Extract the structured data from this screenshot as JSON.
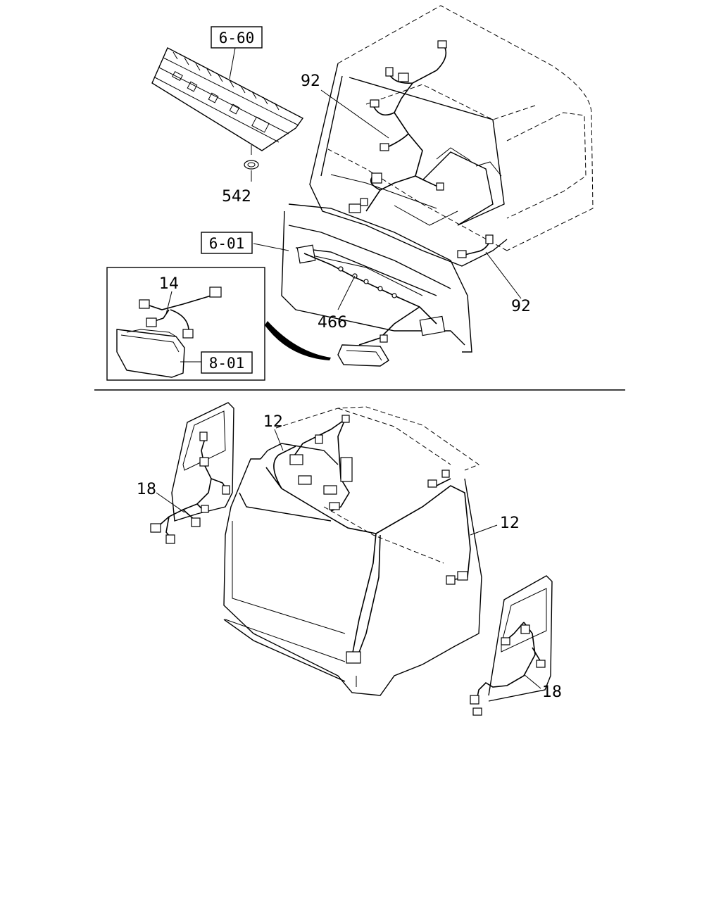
{
  "callouts": {
    "ref_660": "6-60",
    "ref_601": "6-01",
    "ref_801": "8-01",
    "part_542": "542",
    "part_92_top": "92",
    "part_92_right": "92",
    "part_14": "14",
    "part_466": "466",
    "part_12_top": "12",
    "part_12_right": "12",
    "part_18_left": "18",
    "part_18_right": "18"
  }
}
